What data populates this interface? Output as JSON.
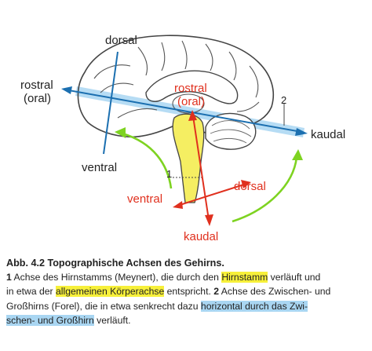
{
  "figure": {
    "labels": {
      "dorsal_top": "dorsal",
      "ventral_left": "ventral",
      "rostral_oral_left_1": "rostral",
      "rostral_oral_left_2": "(oral)",
      "kaudal_right": "kaudal",
      "number_2": "2",
      "rostral_red_1": "rostral",
      "rostral_red_2": "(oral)",
      "number_1": "1",
      "ventral_red": "ventral",
      "dorsal_red": "dorsal",
      "kaudal_red": "kaudal"
    },
    "colors": {
      "blue_axis": "#1b6fb0",
      "blue_band": "#a9d6f2",
      "red_axis": "#e0301e",
      "green_arrow": "#7ed321",
      "brainstem_fill": "#f5ee62",
      "outline": "#444444"
    }
  },
  "caption": {
    "title": "Abb. 4.2  Topographische Achsen des Gehirns.",
    "line1": {
      "num": "1",
      "part1": " Achse des Hirnstamms (Meynert), die durch den ",
      "hl1": "Hirnstamm",
      "part2": " verläuft und"
    },
    "line2": {
      "part1": "in etwa der ",
      "hl1": "allgemeinen Körperachse",
      "part2": " entspricht. ",
      "num": "2",
      "part3": " Achse des Zwischen- und"
    },
    "line3": {
      "part1": "Großhirns (Forel), die in etwa senkrecht dazu ",
      "hl1": "horizontal durch das Zwi-"
    },
    "line4": {
      "hl1": "schen- und Großhirn",
      "part1": " verläuft."
    }
  }
}
